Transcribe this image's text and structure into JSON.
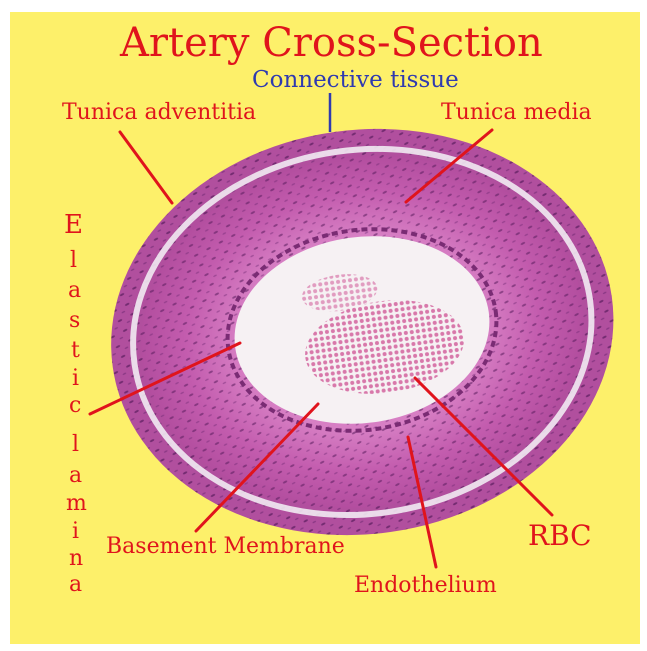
{
  "title": "Artery Cross-Section",
  "labels": {
    "connective_tissue": "Connective tissue",
    "tunica_adventitia": "Tunica adventitia",
    "tunica_media": "Tunica media",
    "elastic_lamina_letters": [
      "E",
      "l",
      "a",
      "s",
      "t",
      "i",
      "c",
      "l",
      "a",
      "m",
      "i",
      "n",
      "a"
    ],
    "basement_membrane": "Basement Membrane",
    "endothelium": "Endothelium",
    "rbc": "RBC"
  },
  "colors": {
    "background": "#fdf06a",
    "label_red": "#e0141c",
    "label_blue": "#2f3ab0",
    "tissue_pink": "#c75ab0",
    "lumen": "#f6f1f3"
  }
}
